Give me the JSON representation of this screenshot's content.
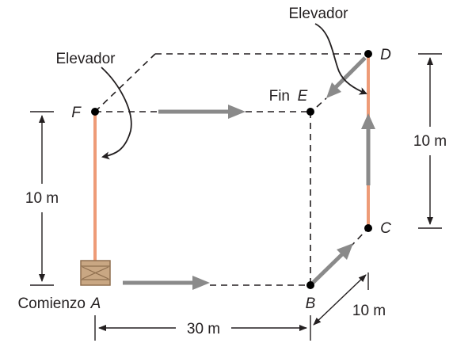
{
  "labels": {
    "elevator_left": "Elevador",
    "elevator_right": "Elevador",
    "start_word": "Comienzo",
    "end_word": "Fin",
    "point_a": "A",
    "point_b": "B",
    "point_c": "C",
    "point_d": "D",
    "point_e": "E",
    "point_f": "F"
  },
  "dimensions": {
    "left_height": "10 m",
    "right_height": "10 m",
    "width": "30 m",
    "depth": "10 m"
  },
  "colors": {
    "elevator_shaft": "#ee9b77",
    "movement_arrow": "#8a8a8a",
    "line": "#231f20",
    "crate": "#c9a783"
  },
  "icons": {
    "start_object": "wooden-crate-icon"
  }
}
